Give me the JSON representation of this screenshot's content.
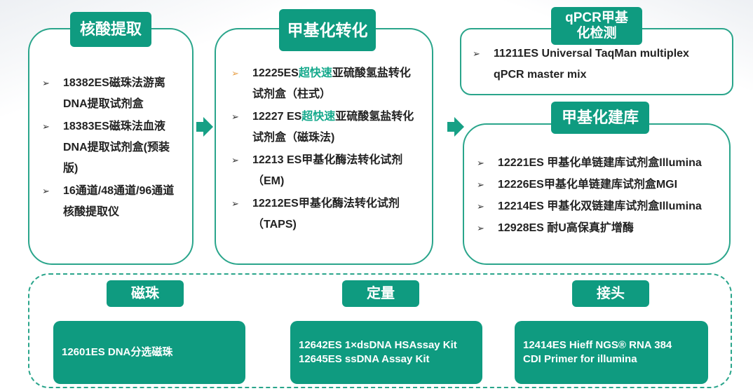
{
  "extraction": {
    "title": "核酸提取",
    "items": [
      {
        "code": "18382ES",
        "text": "磁珠法游离DNA提取试剂盒"
      },
      {
        "code": "18383ES",
        "text": "磁珠法血液DNA提取试剂盒(预装版)"
      },
      {
        "code": "",
        "text": "16通道/48通道/96通道核酸提取仪"
      }
    ]
  },
  "conversion": {
    "title": "甲基化转化",
    "items": [
      {
        "pre": "12225ES",
        "hl": "超快速",
        "post": "亚硫酸氢盐转化试剂盒（柱式）"
      },
      {
        "pre": "12227 ES",
        "hl": "超快速",
        "post": "亚硫酸氢盐转化试剂盒（磁珠法)"
      },
      {
        "pre": "12213 ES甲基化酶法转化试剂（EM)",
        "hl": "",
        "post": ""
      },
      {
        "pre": "12212ES甲基化酶法转化试剂（TAPS)",
        "hl": "",
        "post": ""
      }
    ]
  },
  "qpcr": {
    "title_line1": "qPCR甲基",
    "title_line2": "化检测",
    "items": [
      {
        "text": "11211ES Universal TaqMan multiplex qPCR master mix"
      }
    ]
  },
  "library": {
    "title": "甲基化建库",
    "items": [
      {
        "text": "12221ES 甲基化单链建库试剂盒Illumina"
      },
      {
        "text": "12226ES甲基化单链建库试剂盒MGI"
      },
      {
        "text": "12214ES 甲基化双链建库试剂盒Illumina"
      },
      {
        "text": "12928ES 耐U高保真扩增酶"
      }
    ]
  },
  "bottom": {
    "beads": {
      "title": "磁珠",
      "product": "12601ES DNA分选磁珠"
    },
    "quant": {
      "title": "定量",
      "line1": "12642ES 1×dsDNA HSAssay Kit",
      "line2": "12645ES ssDNA Assay Kit"
    },
    "adapter": {
      "title": "接头",
      "line1": "12414ES Hieff NGS® RNA 384",
      "line2": "CDI Primer for illumina"
    }
  },
  "colors": {
    "accent": "#0f9b80",
    "border": "#2aa58b",
    "highlight": "#15a98c",
    "bullet_orange": "#e8a14a"
  },
  "icons": {
    "bullet": "➢",
    "arrow": "arrow-right"
  }
}
